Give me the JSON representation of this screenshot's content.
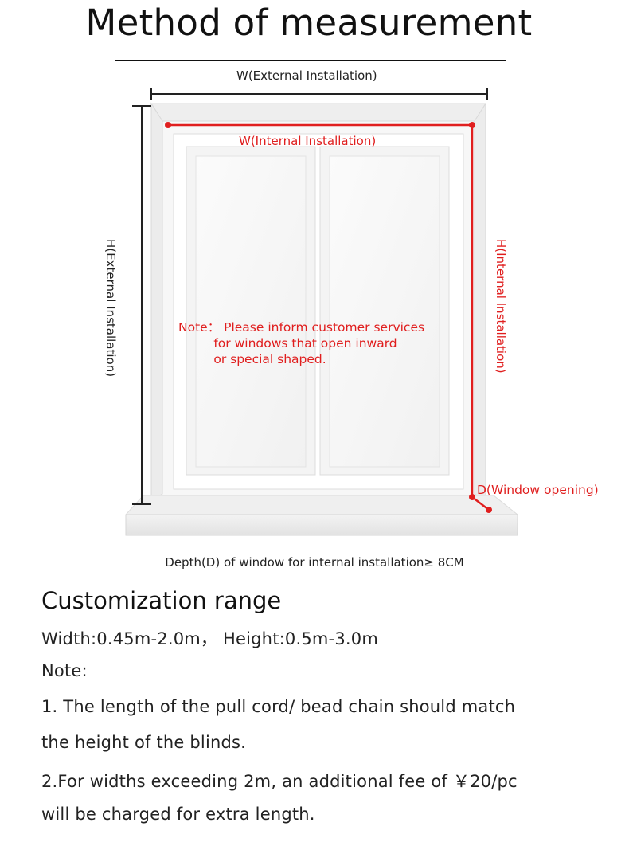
{
  "title": "Method of measurement",
  "diagram": {
    "external_width_label": "W(External Installation)",
    "internal_width_label": "W(Internal Installation)",
    "external_height_label": "H(External Installation)",
    "internal_height_label": "H(Internal Installation)",
    "note_lines": "Note： Please inform customer services\n         for windows that open inward\n         or special shaped.",
    "depth_label": "D(Window opening)",
    "depth_caption": "Depth(D) of window for internal installation≥ 8CM",
    "colors": {
      "measure_red": "#e01e1e",
      "external_line": "#222222"
    }
  },
  "customization": {
    "heading": "Customization range",
    "range": "Width:0.45m-2.0m， Height:0.5m-3.0m",
    "note_label": "Note:",
    "note1_line1": "1. The length of the pull cord/ bead chain should match",
    "note1_line2": "the height of the blinds.",
    "note2_line1": "2.For widths exceeding 2m, an additional fee of ￥20/pc",
    "note2_line2": "will be charged for extra length."
  }
}
